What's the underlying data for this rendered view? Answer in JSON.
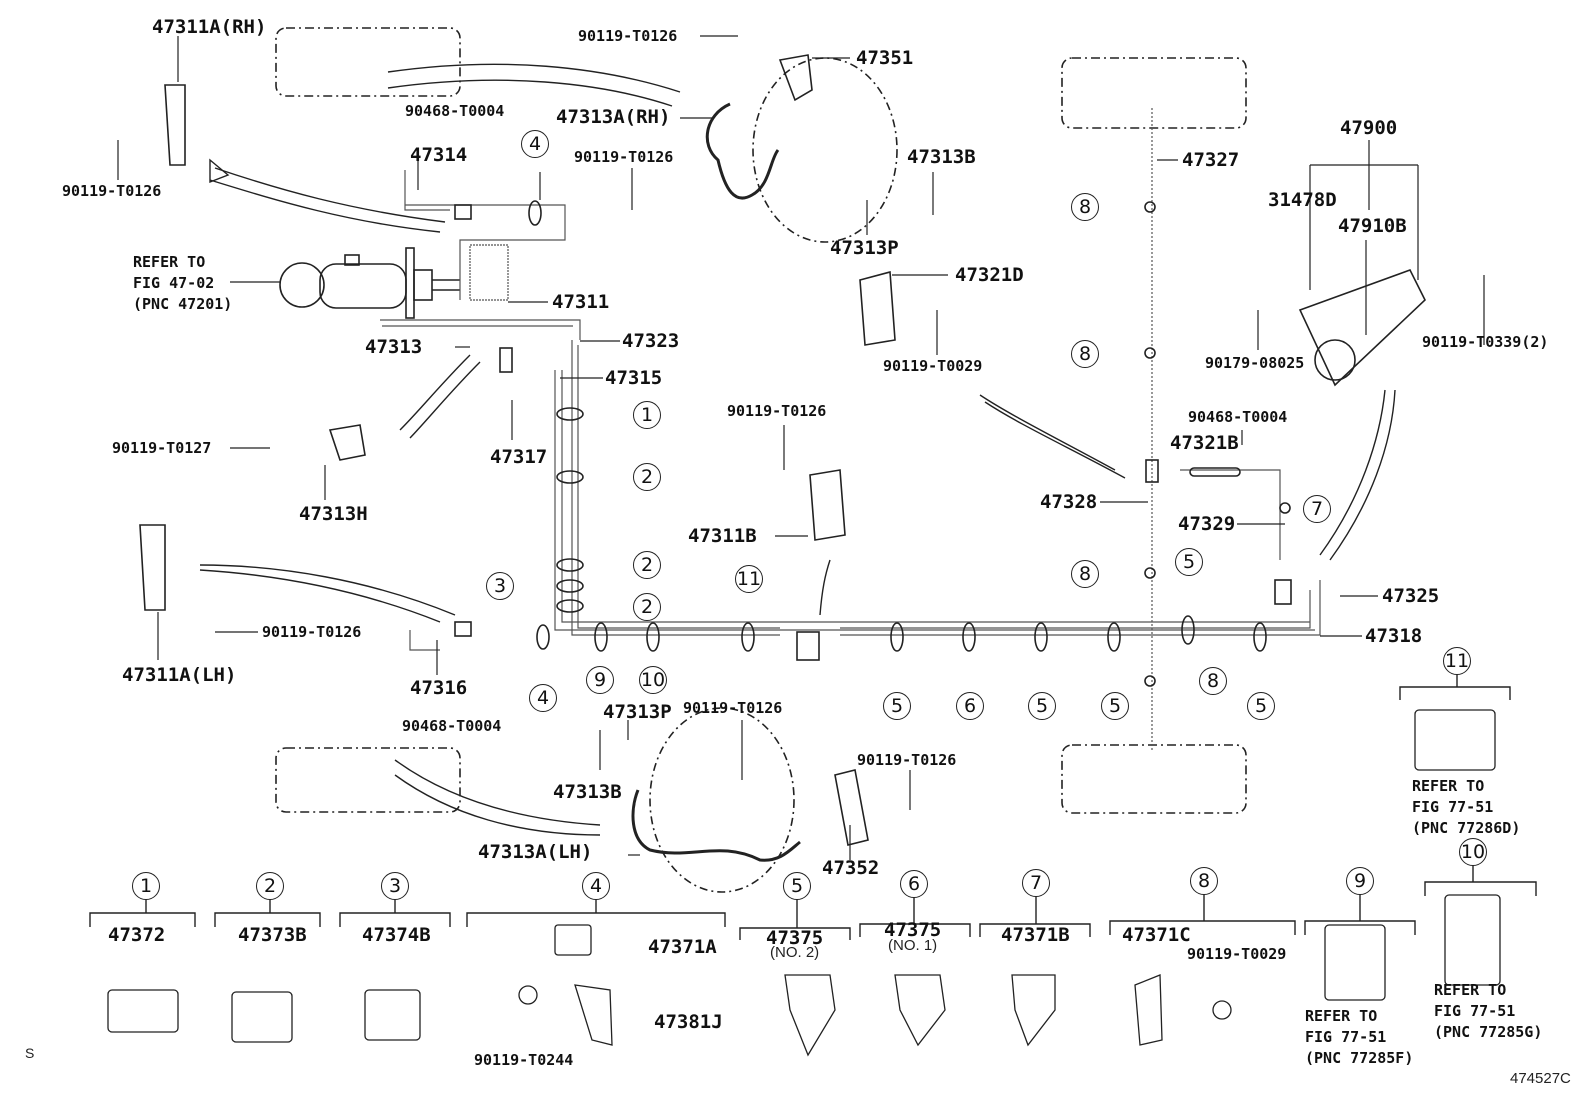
{
  "figure_id": "474527C",
  "corner_mark": "S",
  "labels": {
    "rh_bracket": "47311A(RH)",
    "rh_bracket_bolt": "90119-T0126",
    "clip_top_left": "90468-T0004",
    "tube_47314": "47314",
    "refer_master": [
      "REFER TO",
      "FIG 47-02",
      "(PNC 47201)"
    ],
    "tube_47311": "47311",
    "tube_47313": "47313",
    "tube_47323": "47323",
    "tube_47315": "47315",
    "tube_47317": "47317",
    "bolt_t0127": "90119-T0127",
    "bracket_47313h": "47313H",
    "lh_bracket": "47311A(LH)",
    "lh_bracket_bolt": "90119-T0126",
    "tube_47316": "47316",
    "clip_bottom_left": "90468-T0004",
    "rh_hose_bolt_top": "90119-T0126",
    "bracket_47351": "47351",
    "hose_rh": "47313A(RH)",
    "rh_hose_bolt_mid": "90119-T0126",
    "union_bolt_rh": "47313B",
    "gasket_rh": "47313P",
    "bracket_47321d": "47321D",
    "bolt_t0029_top": "90119-T0029",
    "bolt_47311b": "90119-T0126",
    "bracket_47311b": "47311B",
    "tube_47327": "47327",
    "valve_47900": "47900",
    "part_31478d": "31478D",
    "part_47910b": "47910B",
    "nut_08025": "90179-08025",
    "bolt_t0339": "90119-T0339(2)",
    "clip_right": "90468-T0004",
    "bracket_47321b": "47321B",
    "tube_47328": "47328",
    "tube_47329": "47329",
    "tube_47325": "47325",
    "tube_47318": "47318",
    "gasket_lh": "47313P",
    "lh_hose_bolt": "90119-T0126",
    "union_bolt_lh": "47313B",
    "hose_lh": "47313A(LH)",
    "bracket_47352": "47352",
    "bracket_47352_bolt": "90119-T0126"
  },
  "clamp_legend": [
    {
      "num": "1",
      "parts": [
        "47372"
      ]
    },
    {
      "num": "2",
      "parts": [
        "47373B"
      ]
    },
    {
      "num": "3",
      "parts": [
        "47374B"
      ]
    },
    {
      "num": "4",
      "parts": [
        "47371A",
        "47381J",
        "90119-T0244"
      ]
    },
    {
      "num": "5",
      "parts": [
        "47375"
      ],
      "note": "(NO. 2)"
    },
    {
      "num": "6",
      "parts": [
        "47375"
      ],
      "note": "(NO. 1)"
    },
    {
      "num": "7",
      "parts": [
        "47371B"
      ]
    },
    {
      "num": "8",
      "parts": [
        "47371C",
        "90119-T0029"
      ]
    },
    {
      "num": "9",
      "refer": [
        "REFER TO",
        "FIG 77-51",
        "(PNC 77285F)"
      ]
    },
    {
      "num": "10",
      "refer": [
        "REFER TO",
        "FIG 77-51",
        "(PNC 77285G)"
      ]
    },
    {
      "num": "11",
      "refer": [
        "REFER TO",
        "FIG 77-51",
        "(PNC 77286D)"
      ]
    }
  ],
  "callouts": [
    "4",
    "1",
    "2",
    "2",
    "3",
    "2",
    "4",
    "9",
    "10",
    "11",
    "5",
    "6",
    "5",
    "5",
    "5",
    "5",
    "8",
    "8",
    "8",
    "8",
    "7"
  ]
}
